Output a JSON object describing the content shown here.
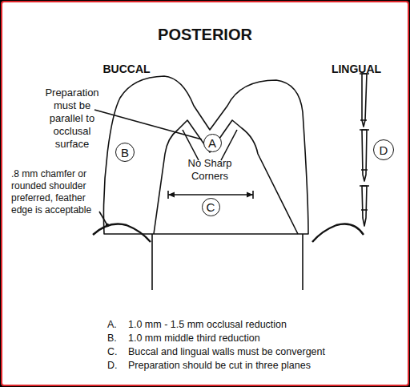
{
  "diagram": {
    "title": "POSTERIOR",
    "nodes": [
      {
        "text": [
          "A"
        ]
      },
      {
        "text": [
          "B"
        ]
      },
      {
        "text": [
          "C"
        ]
      },
      {
        "text": [
          "D"
        ]
      }
    ],
    "labels": [
      "BUCCAL",
      "LINGUAL",
      "Preparation must be parallel to occlusal surface",
      "No Sharp Corners",
      ".8 mm chamfer or rounded shoulder preferred, feather edge is acceptable",
      "A.",
      "1.0 mm - 1.5 mm occlusal reduction",
      "B.",
      "1.0 mm middle third reduction",
      "C.",
      "Buccal and lingual walls must be convergent",
      "D.",
      "Preparation should be cut in three planes"
    ]
  }
}
